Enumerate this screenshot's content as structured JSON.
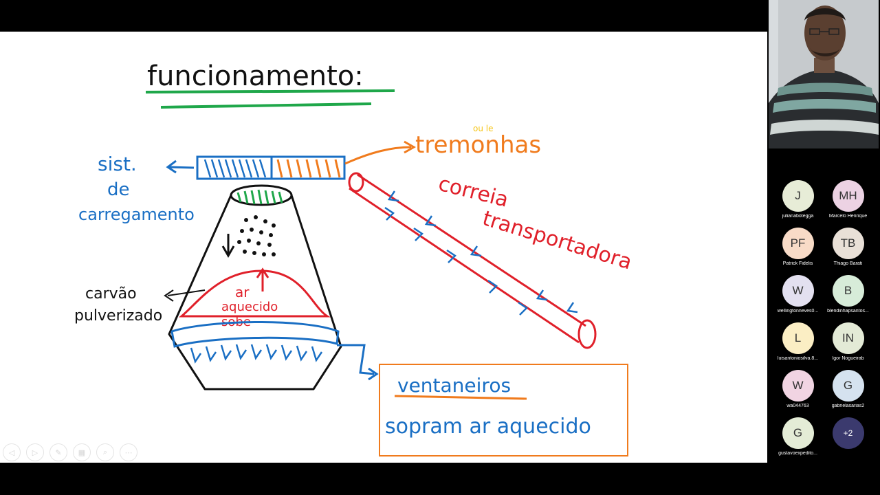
{
  "whiteboard": {
    "title": "funcionamento:",
    "labels": {
      "sist_1": "sist.",
      "sist_2": "de",
      "sist_3": "carregamento",
      "tremonhas": "tremonhas",
      "ou_e": "ou le",
      "correia": "correia",
      "transportadora": "transportadora",
      "carvao": "carvão",
      "pulverizado": "pulverizado",
      "ar": "ar",
      "aquecido": "aquecido",
      "sobe": "sobe",
      "ventaneiros": "ventaneiros",
      "sopram": "sopram ar aquecido"
    },
    "colors": {
      "green": "#1fa74a",
      "blue": "#1a6fc4",
      "orange": "#f07b1d",
      "red": "#e0202a",
      "black": "#111111",
      "yellow": "#f5c518"
    }
  },
  "toolbar": {
    "icons": [
      "prev-icon",
      "next-icon",
      "pen-icon",
      "slides-icon",
      "zoom-icon",
      "more-icon"
    ],
    "glyphs": [
      "◁",
      "▷",
      "✎",
      "▦",
      "⌕",
      "⋯"
    ]
  },
  "participants": [
    {
      "initials": "J",
      "name": "julianaboteggа",
      "color": "#e7ecd7"
    },
    {
      "initials": "MH",
      "name": "Marcelo Henrique",
      "color": "#ecd2e3"
    },
    {
      "initials": "PF",
      "name": "Patrick Fidelis",
      "color": "#f8dbc7"
    },
    {
      "initials": "TB",
      "name": "Thiago Barati",
      "color": "#e9e0d7"
    },
    {
      "initials": "W",
      "name": "wellingtonneves0...",
      "color": "#e3e0f0"
    },
    {
      "initials": "B",
      "name": "blendinhapsantos...",
      "color": "#d7ecd9"
    },
    {
      "initials": "L",
      "name": "luisantoniosilva.8...",
      "color": "#fbeec4"
    },
    {
      "initials": "IN",
      "name": "Igor Nogueirab",
      "color": "#e3ead6"
    },
    {
      "initials": "W",
      "name": "wa044763",
      "color": "#f1d4e2"
    },
    {
      "initials": "G",
      "name": "gabrielasarias2",
      "color": "#d5e2ef"
    },
    {
      "initials": "G",
      "name": "gustavoexpedito...",
      "color": "#e4ecd6"
    },
    {
      "initials": "+2",
      "name": "",
      "color": "#3b3a6e"
    }
  ]
}
